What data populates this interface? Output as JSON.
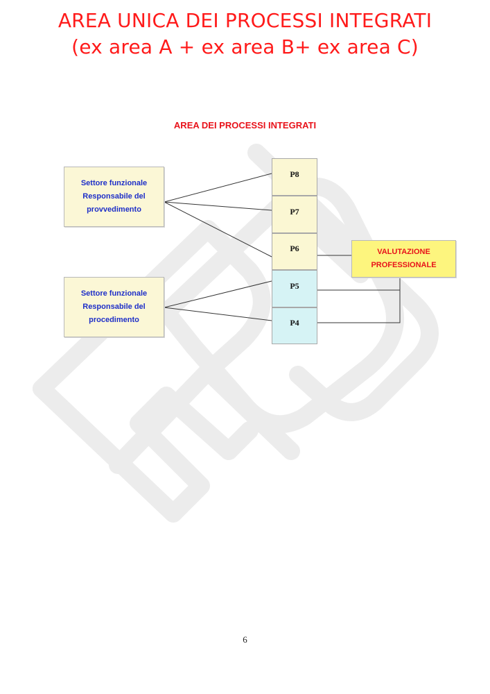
{
  "header": {
    "title_line_1": "AREA UNICA DEI PROCESSI INTEGRATI",
    "title_line_2": "(ex area A + ex area B+ ex area C)",
    "title_color": "#ff1a1a"
  },
  "diagram": {
    "title": "AREA DEI PROCESSI INTEGRATI",
    "settore_provvedimento": {
      "line1": "Settore funzionale",
      "line2": "Responsabile del",
      "line3": "provvedimento"
    },
    "settore_procedimento": {
      "line1": "Settore funzionale",
      "line2": "Responsabile del",
      "line3": "procedimento"
    },
    "processes": [
      "P8",
      "P7",
      "P6",
      "P5",
      "P4"
    ],
    "valutazione": {
      "line1": "VALUTAZIONE",
      "line2": "PROFESSIONALE"
    },
    "colors": {
      "settore_text": "#1e2fc8",
      "settore_fill": "#fbf7d6",
      "process_yellow": "#fbf7d3",
      "process_blue": "#d6f3f5",
      "valutazione_fill": "#fdf57e",
      "valutazione_text": "#e8121a"
    }
  },
  "watermark": {
    "text": "RdB"
  },
  "footer": {
    "page_number": "6"
  }
}
